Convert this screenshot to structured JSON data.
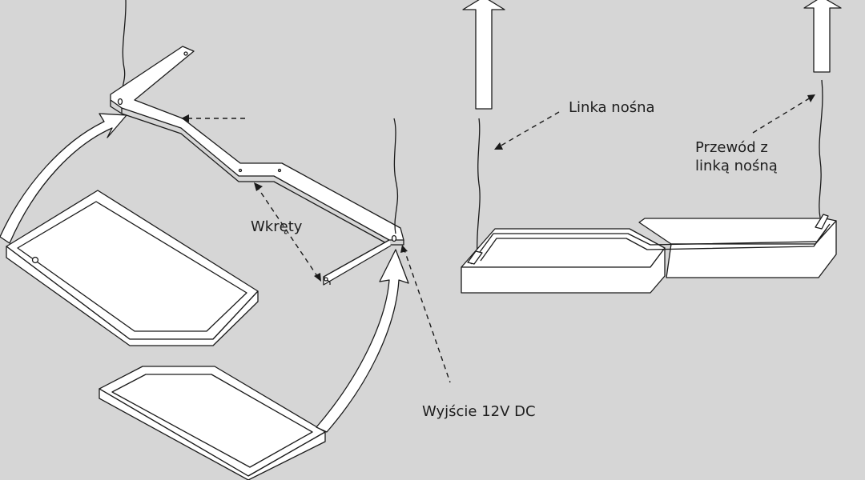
{
  "labels": {
    "screws": "Wkręty",
    "support_cable": "Linka nośna",
    "cable_with_support_line": [
      "Przewód z",
      "linką nośną"
    ],
    "output": "Wyjście 12V DC"
  },
  "colors": {
    "background": "#d6d6d6",
    "line": "#1a1a1a",
    "fill": "#ffffff"
  }
}
